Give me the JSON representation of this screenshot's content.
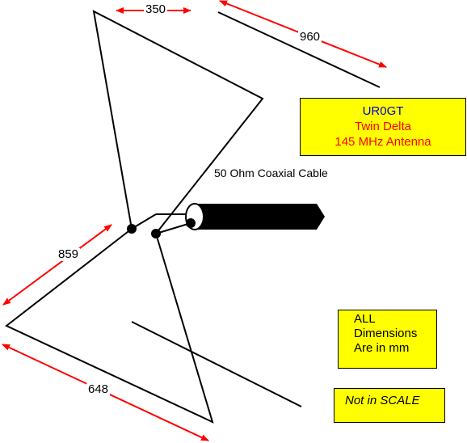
{
  "dimensions": {
    "top": "350",
    "right_top": "960",
    "left": "859",
    "bottom": "648"
  },
  "cable_label": "50 Ohm Coaxial Cable",
  "title_box": {
    "callsign": "UR0GT",
    "line2": "Twin Delta",
    "line3": "145 MHz Antenna"
  },
  "dims_note": {
    "line1": "ALL",
    "line2": "Dimensions",
    "line3": "Are in mm"
  },
  "scale_note": "Not in SCALE",
  "colors": {
    "arrow_red": "#ff0000",
    "note_background": "#ffff00",
    "callsign_blue": "#0000cc",
    "title_red": "#ff0000",
    "wire": "#000000"
  }
}
